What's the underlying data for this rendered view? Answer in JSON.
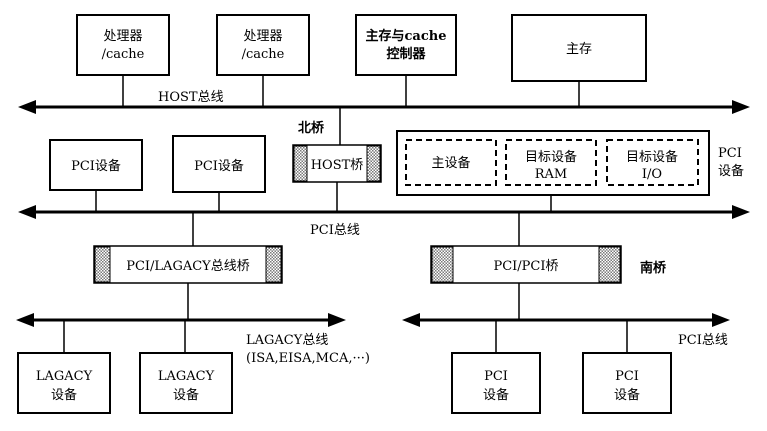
{
  "top_boxes": {
    "cpu1": [
      "处理器",
      "/cache"
    ],
    "cpu2": [
      "处理器",
      "/cache"
    ],
    "mem_ctrl": [
      "主存与cache",
      "控制器"
    ],
    "main_mem": "主存"
  },
  "host_bus_label": "HOST总线",
  "north_bridge_label": "北桥",
  "host_bridge_label": "HOST桥",
  "pci_device_1": "PCI设备",
  "pci_device_2": "PCI设备",
  "master_device": "主设备",
  "target_ram": [
    "目标设备",
    "RAM"
  ],
  "target_io": [
    "目标设备",
    "I/O"
  ],
  "pci_device_group_label": [
    "PCI",
    "设备"
  ],
  "pci_bus_label": "PCI总线",
  "legacy_bridge_label": "PCI/LAGACY总线桥",
  "pci_pci_bridge_label": "PCI/PCI桥",
  "south_bridge_label": "南桥",
  "legacy_bus_label": [
    "LAGACY总线",
    "(ISA,EISA,MCA,···)"
  ],
  "pci_bus2_label": "PCI总线",
  "legacy_dev1": [
    "LAGACY",
    "设备"
  ],
  "legacy_dev2": [
    "LAGACY",
    "设备"
  ],
  "pci_dev3": [
    "PCI",
    "设备"
  ],
  "pci_dev4": [
    "PCI",
    "设备"
  ],
  "colors": {
    "line": "#000000",
    "hatch": "#9a9a9a",
    "background": "#ffffff"
  }
}
